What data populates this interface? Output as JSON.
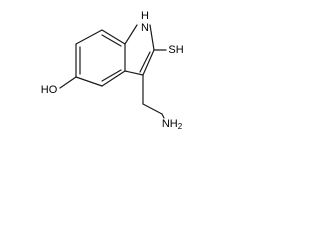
{
  "molecule": {
    "bond_color": "#1a1a1a",
    "label_color": "#000000",
    "atoms": {
      "indole_nh": {
        "label": "NH",
        "sub": "H"
      },
      "thiol": {
        "label": "SH"
      },
      "hydroxyl": {
        "label": "HO"
      },
      "amine": {
        "label": "NH",
        "sub": "2"
      }
    }
  }
}
